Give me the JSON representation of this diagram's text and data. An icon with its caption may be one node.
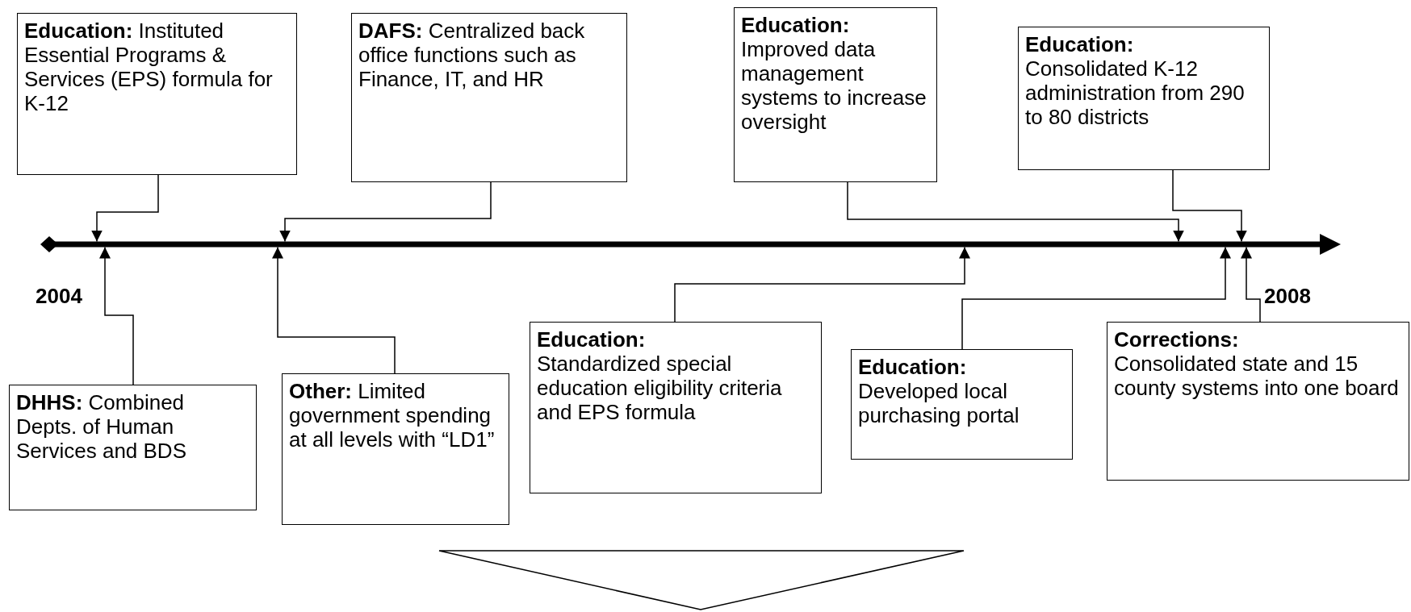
{
  "diagram": {
    "nodes": [
      {
        "text": [
          "**Education:** Instituted Essential Programs & Services (EPS) formula for K-12"
        ]
      },
      {
        "text": [
          "**DAFS:** Centralized back office functions such as Finance, IT, and HR"
        ]
      },
      {
        "text": [
          "Education:",
          "Improved data management systems to increase oversight"
        ]
      },
      {
        "text": [
          "Education:",
          "Consolidated K-12 administration from 290 to 80 districts"
        ]
      },
      {
        "text": [
          "**DHHS:** Combined Depts. of Human Services and BDS"
        ]
      },
      {
        "text": [
          "**Other:** Limited government spending at all levels with “LD1”"
        ]
      },
      {
        "text": [
          "Education:",
          "Standardized special education eligibility criteria and EPS formula"
        ]
      },
      {
        "text": [
          "Education:",
          "Developed local purchasing portal"
        ]
      },
      {
        "text": [
          "Corrections:",
          "Consolidated state and 15 county systems into one board"
        ]
      },
      {
        "text": [],
        "shape": "bar"
      }
    ],
    "edges": [
      {
        "from": 0,
        "to": 9,
        "arrow": "to"
      },
      {
        "from": 1,
        "to": 9,
        "arrow": "to"
      },
      {
        "from": 2,
        "to": 9,
        "arrow": "to"
      },
      {
        "from": 3,
        "to": 9,
        "arrow": "to"
      },
      {
        "from": 4,
        "to": 9,
        "arrow": "to"
      },
      {
        "from": 5,
        "to": 9,
        "arrow": "to"
      },
      {
        "from": 6,
        "to": 9,
        "arrow": "to"
      },
      {
        "from": 7,
        "to": 9,
        "arrow": "to"
      },
      {
        "from": 8,
        "to": 9,
        "arrow": "to"
      }
    ],
    "labels": [
      "2004",
      "2008"
    ]
  }
}
